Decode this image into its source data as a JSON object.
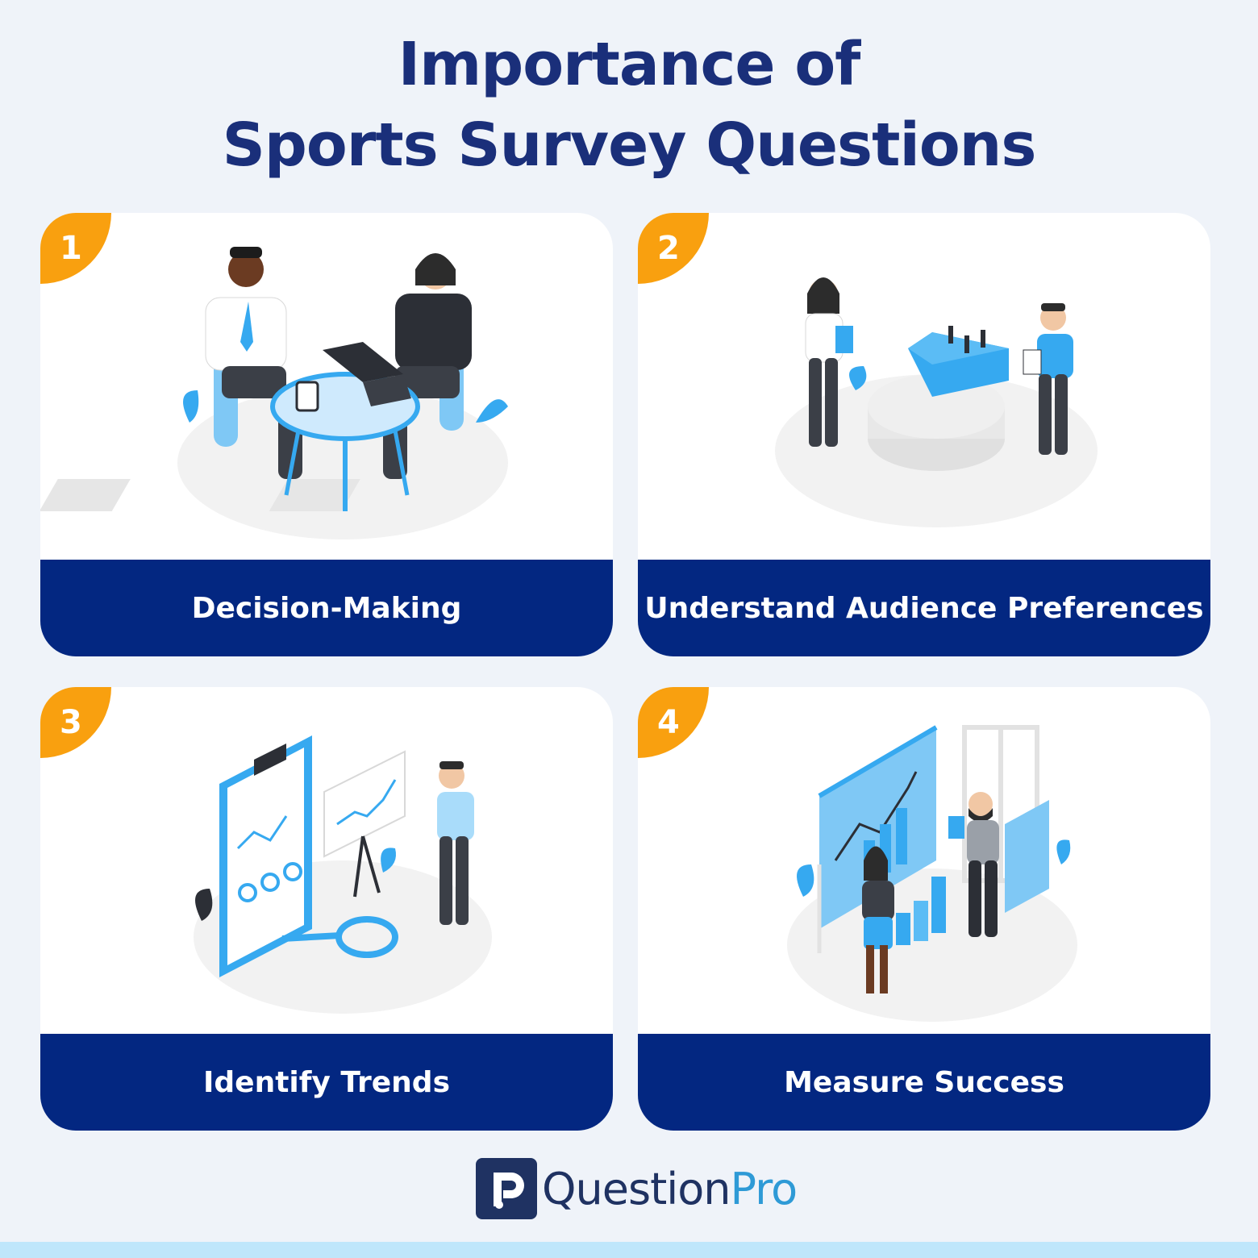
{
  "header": {
    "title_line1": "Importance of",
    "title_line2": "Sports Survey Questions"
  },
  "cards": [
    {
      "number": "1",
      "label": "Decision-Making",
      "illustration": "business-meeting-illustration"
    },
    {
      "number": "2",
      "label": "Understand Audience Preferences",
      "illustration": "audience-pie-chart-illustration"
    },
    {
      "number": "3",
      "label": "Identify Trends",
      "illustration": "data-trends-illustration"
    },
    {
      "number": "4",
      "label": "Measure Success",
      "illustration": "growth-chart-presentation-illustration"
    }
  ],
  "logo": {
    "name_part1": "Question",
    "name_part2": "Pro"
  },
  "colors": {
    "background": "#eff3f9",
    "title": "#1a2f7a",
    "label_bar": "#032781",
    "badge": "#f9a00f",
    "accent_blue": "#36a9f0",
    "logo_dark": "#1f3262",
    "logo_light": "#2e9ad6"
  }
}
